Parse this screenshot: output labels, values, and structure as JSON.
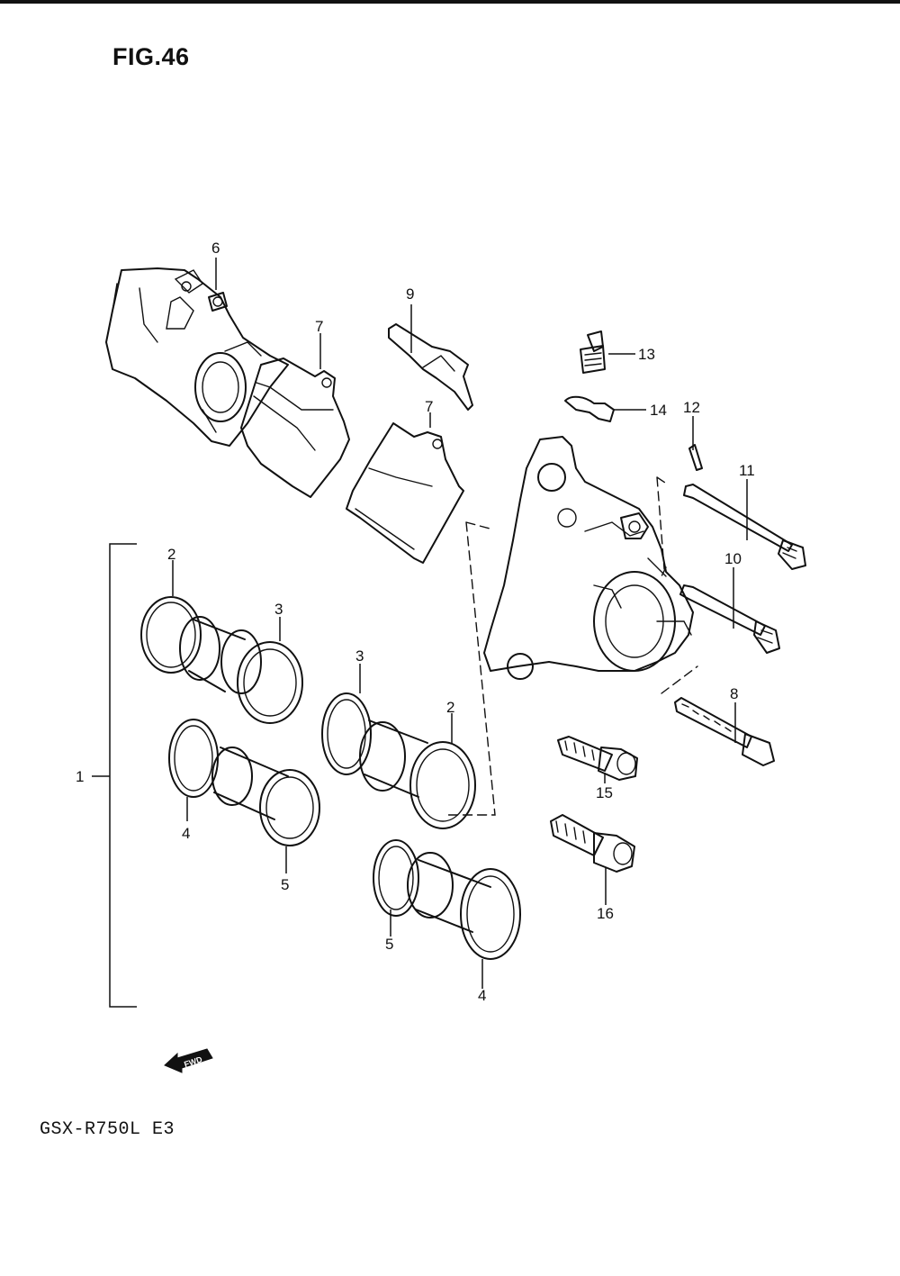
{
  "title": "FIG.46",
  "model": "GSX-R750L  E3",
  "fwd_label": "FWD",
  "callouts": {
    "c1": "1",
    "c2a": "2",
    "c2b": "2",
    "c3a": "3",
    "c3b": "3",
    "c4a": "4",
    "c4b": "4",
    "c5a": "5",
    "c5b": "5",
    "c6": "6",
    "c7a": "7",
    "c7b": "7",
    "c8": "8",
    "c9": "9",
    "c10": "10",
    "c11": "11",
    "c12": "12",
    "c13": "13",
    "c14": "14",
    "c15": "15",
    "c16": "16"
  }
}
